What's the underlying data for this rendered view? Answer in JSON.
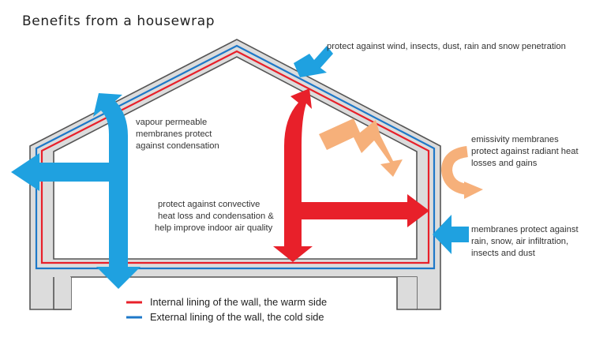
{
  "title": "Benefits from a housewrap",
  "notes": {
    "wind": "protect against wind, insects, dust, rain and snow penetration",
    "vapour": [
      "vapour permeable",
      "membranes protect",
      "against condensation"
    ],
    "convective": [
      "protect against convective",
      "heat loss and condensation &",
      "help improve indoor air quality"
    ],
    "emissivity": [
      "emissivity membranes",
      "protect against radiant heat",
      "losses and gains"
    ],
    "membranes": [
      "membranes protect against",
      "rain, snow, air infiltration,",
      "insects and dust"
    ]
  },
  "legend": [
    {
      "label": "Internal lining of the wall, the warm side",
      "color": "#e8202a"
    },
    {
      "label": "External lining of the wall, the cold side",
      "color": "#1e78c8"
    }
  ],
  "colors": {
    "wall_fill": "#dcdcdc",
    "wall_stroke": "#555555",
    "red": "#e8202a",
    "blue": "#1e78c8",
    "cyan_arrow": "#1fa1e0",
    "orange_arrow": "#f6b07a"
  },
  "icons": [
    "cyan-arrow",
    "red-arrow",
    "orange-zigzag-arrow",
    "orange-curved-arrow"
  ]
}
